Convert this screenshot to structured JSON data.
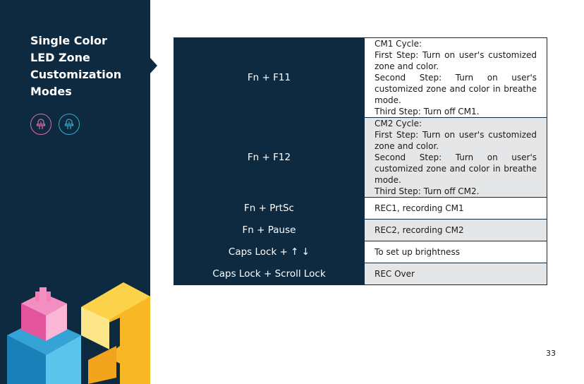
{
  "sidebar": {
    "title_lines": [
      "Single Color",
      "LED Zone",
      "Customization",
      "Modes"
    ],
    "icons": [
      "led-bulb-icon",
      "led-bulb-icon"
    ],
    "colors": {
      "background": "#0d2a40",
      "icon_pink": "#e26aa4",
      "icon_blue": "#3ba9d0"
    }
  },
  "table": {
    "rows": [
      {
        "key": "Fn + F11",
        "lines": [
          "CM1 Cycle:",
          "First Step: Turn on user's customized zone and color.",
          "Second Step: Turn on user's customized zone and color in breathe mode.",
          "Third Step: Turn off CM1."
        ]
      },
      {
        "key": "Fn + F12",
        "lines": [
          "CM2 Cycle:",
          "First Step: Turn on user's customized zone and color.",
          "Second Step: Turn on user's customized zone and color in breathe mode.",
          "Third Step: Turn off CM2."
        ]
      },
      {
        "key": "Fn + PrtSc",
        "lines": [
          "REC1, recording CM1"
        ]
      },
      {
        "key": "Fn + Pause",
        "lines": [
          "REC2, recording CM2"
        ]
      },
      {
        "key": "Caps Lock + ↑ ↓",
        "lines": [
          "To set up brightness"
        ]
      },
      {
        "key": "Caps Lock + Scroll Lock",
        "lines": [
          "REC Over"
        ]
      }
    ]
  },
  "page_number": "33"
}
